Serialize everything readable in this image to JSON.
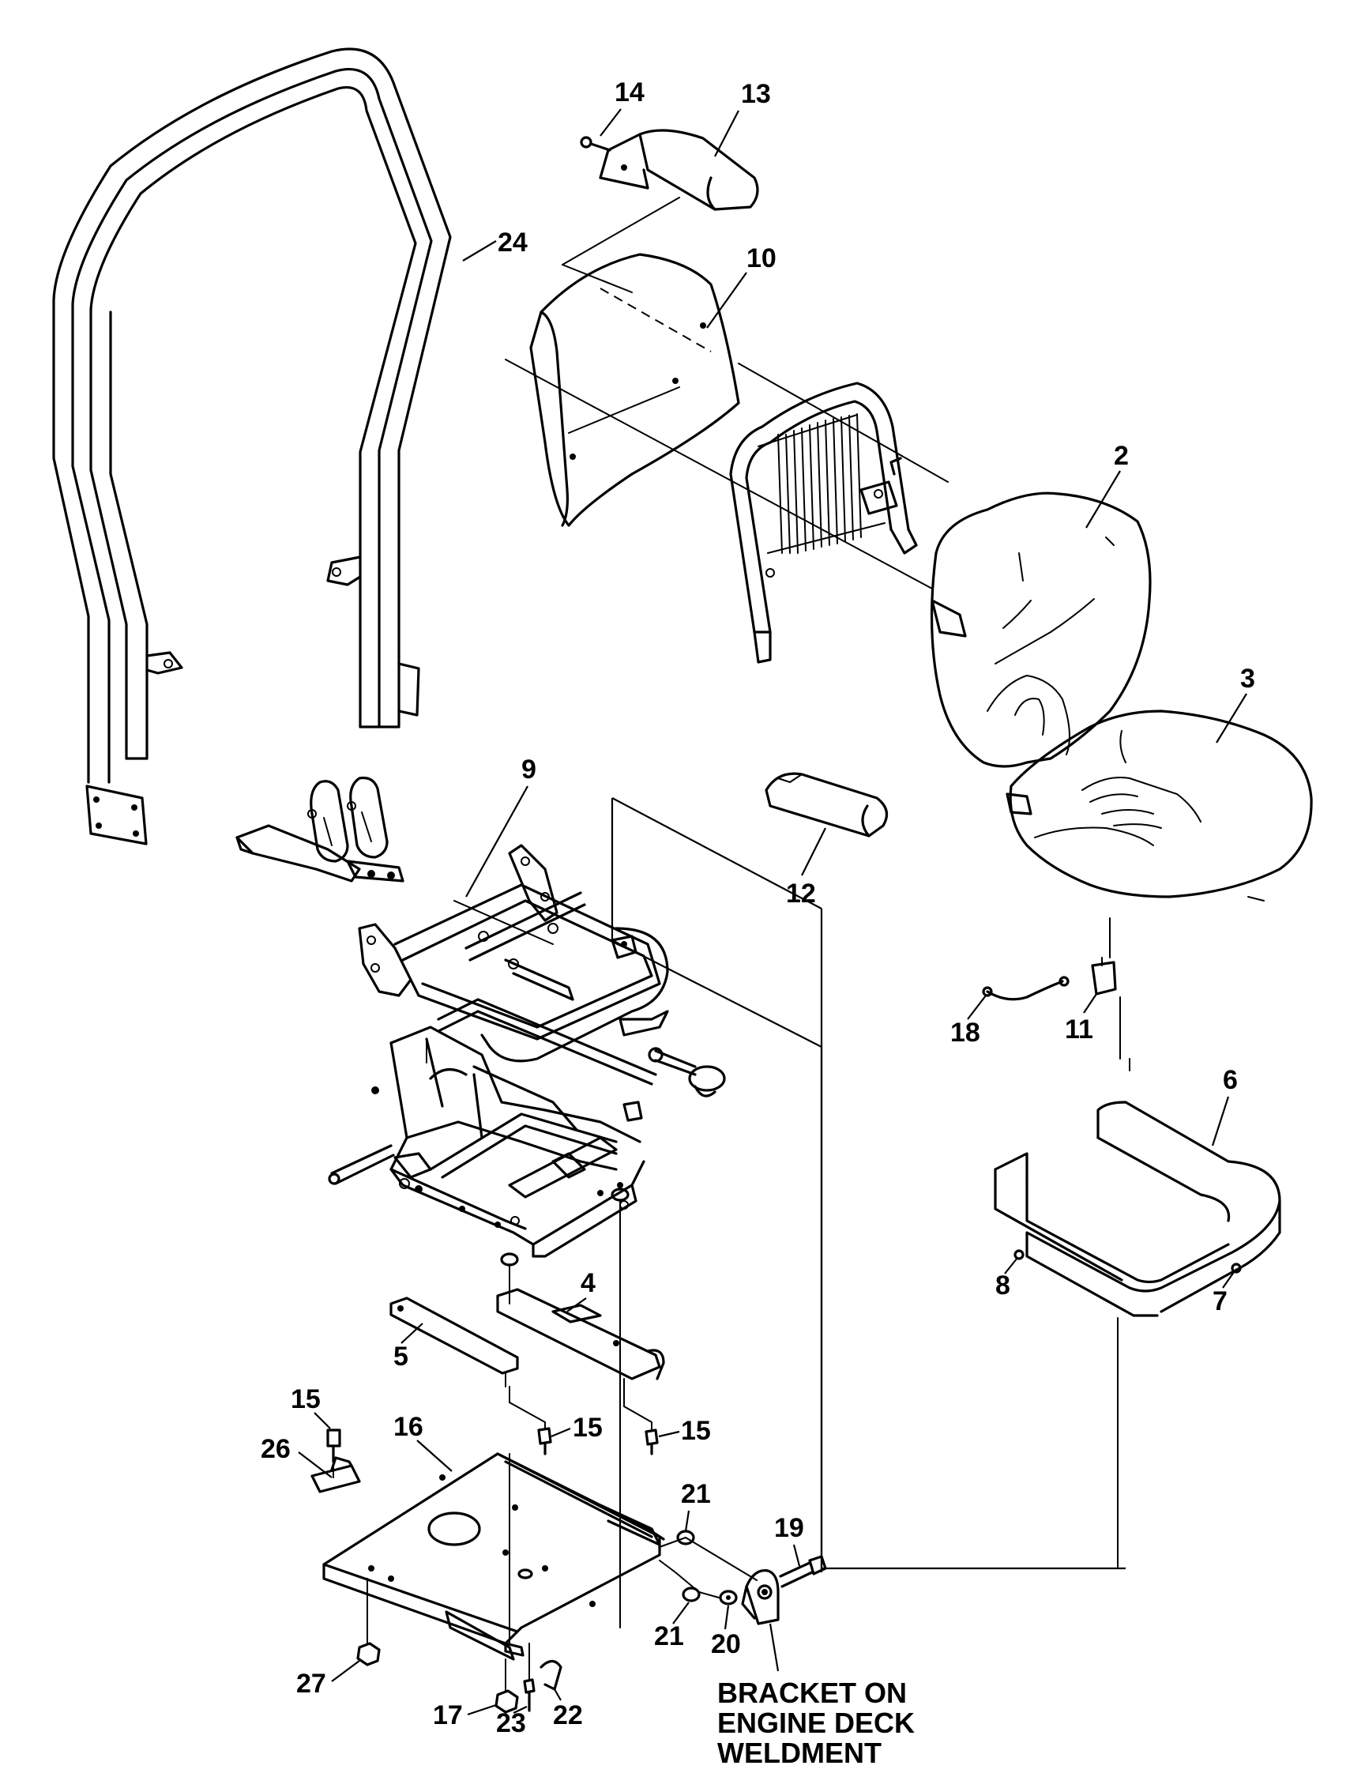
{
  "callouts": [
    {
      "id": "c14",
      "label": "14"
    },
    {
      "id": "c13",
      "label": "13"
    },
    {
      "id": "c24",
      "label": "24"
    },
    {
      "id": "c10",
      "label": "10"
    },
    {
      "id": "c2",
      "label": "2"
    },
    {
      "id": "c3",
      "label": "3"
    },
    {
      "id": "c9",
      "label": "9"
    },
    {
      "id": "c12",
      "label": "12"
    },
    {
      "id": "c18",
      "label": "18"
    },
    {
      "id": "c11",
      "label": "11"
    },
    {
      "id": "c6",
      "label": "6"
    },
    {
      "id": "c8",
      "label": "8"
    },
    {
      "id": "c7",
      "label": "7"
    },
    {
      "id": "c4",
      "label": "4"
    },
    {
      "id": "c5",
      "label": "5"
    },
    {
      "id": "c15a",
      "label": "15"
    },
    {
      "id": "c15b",
      "label": "15"
    },
    {
      "id": "c15c",
      "label": "15"
    },
    {
      "id": "c26",
      "label": "26"
    },
    {
      "id": "c16",
      "label": "16"
    },
    {
      "id": "c21a",
      "label": "21"
    },
    {
      "id": "c19",
      "label": "19"
    },
    {
      "id": "c21b",
      "label": "21"
    },
    {
      "id": "c20",
      "label": "20"
    },
    {
      "id": "c27",
      "label": "27"
    },
    {
      "id": "c17",
      "label": "17"
    },
    {
      "id": "c23",
      "label": "23"
    },
    {
      "id": "c22",
      "label": "22"
    }
  ],
  "note": {
    "line1": "BRACKET ON",
    "line2": "ENGINE DECK",
    "line3": "WELDMENT"
  }
}
